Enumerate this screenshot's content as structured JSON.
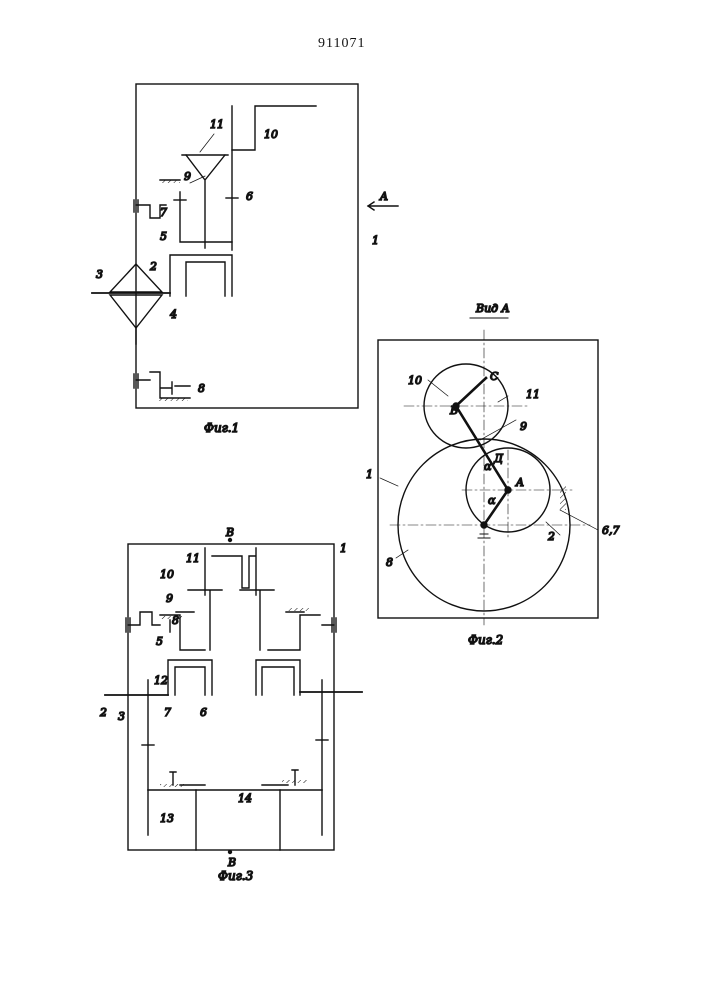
{
  "document": {
    "patent_number": "911071"
  },
  "fig1": {
    "caption": "Фиг.1",
    "labels": {
      "housing": "1",
      "gear2": "2",
      "gear3": "3",
      "gear4": "4",
      "gear5": "5",
      "gear6": "6",
      "gear7": "7",
      "gear8": "8",
      "gear9": "9",
      "gear10": "10",
      "gear11": "11",
      "view_arrow": "A"
    }
  },
  "fig2": {
    "caption": "Фиг.2",
    "view_title": "Вид A",
    "labels": {
      "housing": "1",
      "wheel2": "2",
      "wheel8": "8",
      "wheel10": "10",
      "wheel11": "11",
      "gear9": "9",
      "wheels67": "6,7",
      "point_a": "A",
      "point_b": "B",
      "point_c": "C",
      "point_d": "Д",
      "angle_alpha": "α",
      "angle_alpha2": "α"
    }
  },
  "fig3": {
    "caption": "Фиг.3",
    "labels": {
      "housing": "1",
      "shaft2": "2",
      "gear3": "3",
      "gear5": "5",
      "gear6": "6",
      "gear7": "7",
      "gear8": "8",
      "gear9": "9",
      "gear10": "10",
      "gear11": "11",
      "gear12": "12",
      "gear13": "13",
      "shaft14": "14",
      "top_b": "B",
      "bottom_b": "B"
    }
  }
}
